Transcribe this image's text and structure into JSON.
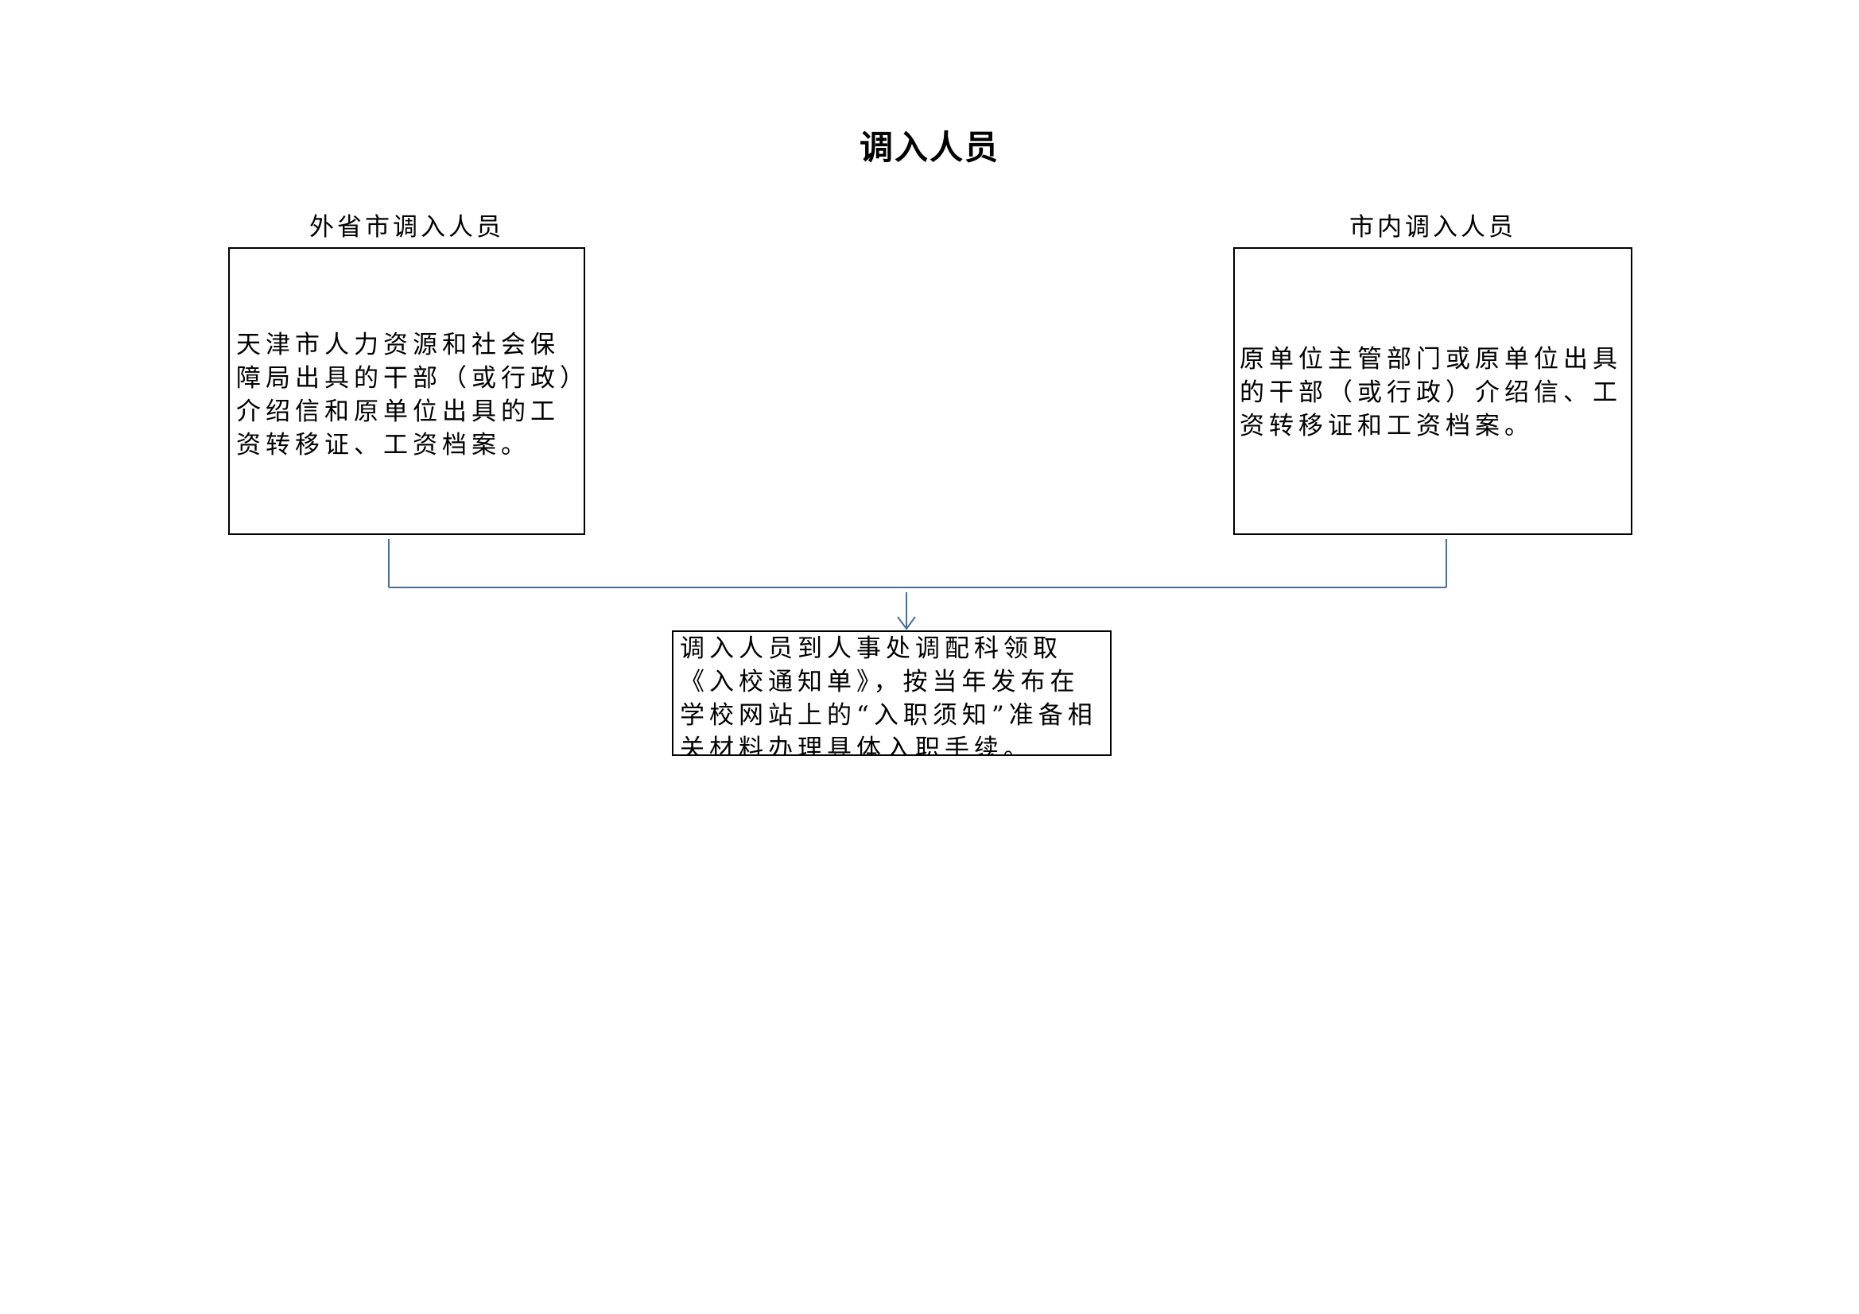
{
  "diagram": {
    "title": "调入人员",
    "left": {
      "label": "外省市调入人员",
      "text": "天津市人力资源和社会保障局出具的干部（或行政）介绍信和原单位出具的工资转移证、工资档案。"
    },
    "right": {
      "label": "市内调入人员",
      "text": "原单位主管部门或原单位出具的干部（或行政）介绍信、工资转移证和工资档案。"
    },
    "bottom": {
      "text": "调入人员到人事处调配科领取《入校通知单》，按当年发布在学校网站上的“入职须知”准备相关材料办理具体入职手续。"
    },
    "connector_color": "#4a6f93"
  }
}
